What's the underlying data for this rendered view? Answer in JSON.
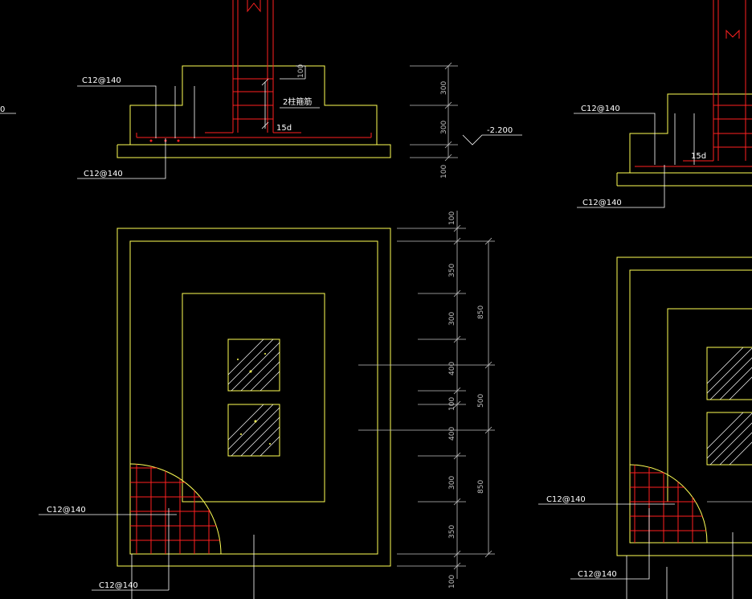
{
  "drawing": {
    "background": "#000000",
    "colors": {
      "concrete_outline": "#ffff55",
      "rebar": "#ff2020",
      "leader": "#ffffff",
      "dimension": "#bfbfbf"
    }
  },
  "left_section": {
    "rebar_label_top": "C12@140",
    "rebar_label_bottom": "C12@140",
    "column_stirrup_note": "2柱箍筋",
    "anchorage_note": "15d",
    "top_dim": "100",
    "elevation": "-2.200",
    "edge_fragment": "0"
  },
  "right_section": {
    "rebar_label_top": "C12@140",
    "rebar_label_bottom": "C12@140",
    "anchorage_note": "15d"
  },
  "section_dims": [
    "300",
    "300",
    "100"
  ],
  "plan_dims_inner": [
    "100",
    "350",
    "300",
    "400",
    "100",
    "400",
    "300",
    "350",
    "100"
  ],
  "plan_dims_outer": [
    "850",
    "500",
    "850"
  ],
  "left_plan": {
    "rebar_label_top": "C12@140",
    "rebar_label_bottom": "C12@140"
  },
  "right_plan": {
    "rebar_label_top": "C12@140",
    "rebar_label_bottom": "C12@140"
  }
}
